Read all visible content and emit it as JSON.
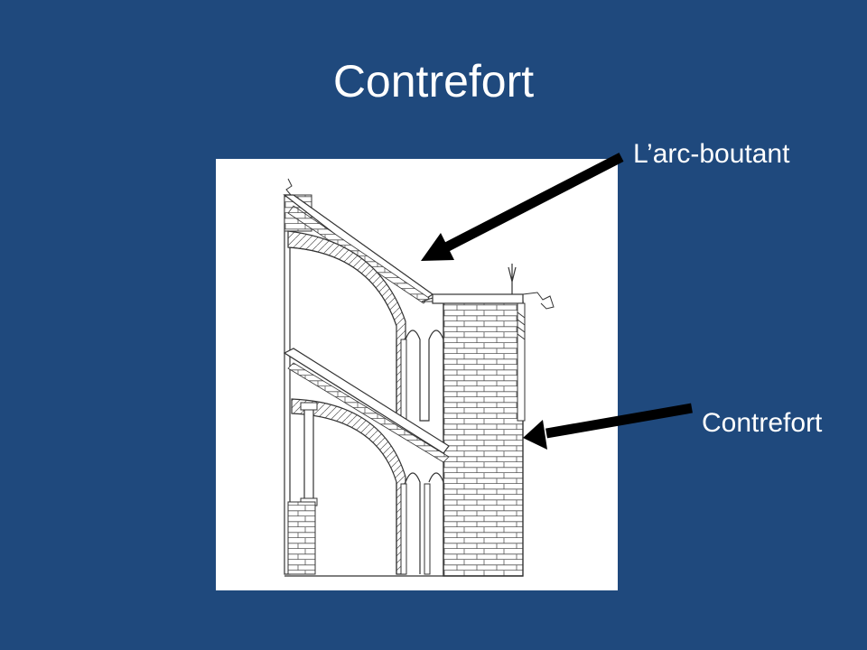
{
  "slide": {
    "title": "Contrefort",
    "background_color": "#1f497d",
    "text_color": "#ffffff"
  },
  "figure": {
    "icon": "gothic-flying-buttress-drawing"
  },
  "annotations": [
    {
      "label": "L’arc-boutant",
      "icon": "arrow-icon"
    },
    {
      "label": "Contrefort",
      "icon": "arrow-icon"
    }
  ]
}
